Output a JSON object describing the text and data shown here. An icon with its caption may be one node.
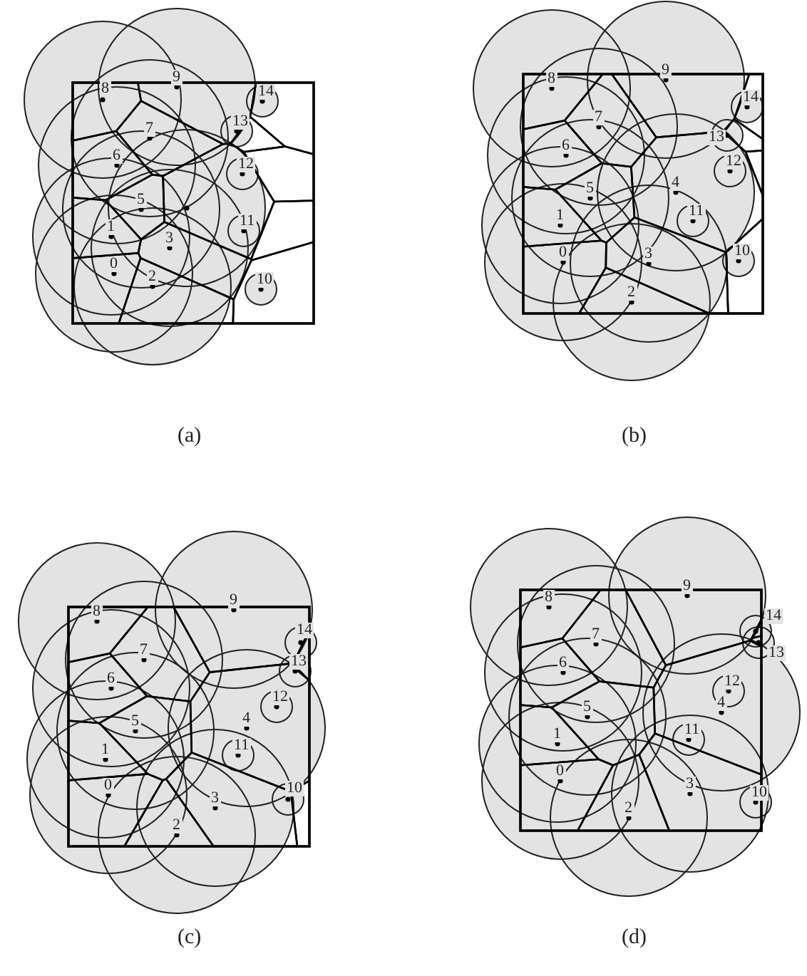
{
  "diagram": {
    "labels": [
      "0",
      "1",
      "2",
      "3",
      "5",
      "6",
      "7",
      "8",
      "9",
      "10",
      "11",
      "12",
      "13",
      "14",
      "(a)",
      "0",
      "1",
      "2",
      "3",
      "4",
      "5",
      "6",
      "7",
      "8",
      "9",
      "10",
      "11",
      "12",
      "13",
      "14",
      "(b)",
      "0",
      "1",
      "2",
      "3",
      "4",
      "5",
      "6",
      "7",
      "8",
      "9",
      "10",
      "11",
      "12",
      "13",
      "14",
      "(c)",
      "0",
      "1",
      "2",
      "3",
      "4",
      "5",
      "6",
      "7",
      "8",
      "9",
      "10",
      "11",
      "12",
      "13",
      "14",
      "(d)"
    ]
  }
}
